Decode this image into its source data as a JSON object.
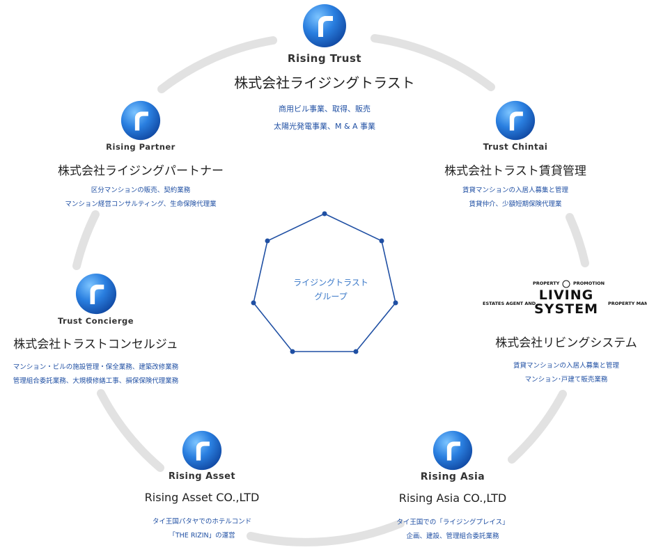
{
  "center": {
    "line1": "ライジングトラスト",
    "line2": "グループ"
  },
  "companies": {
    "trust": {
      "brand": "Rising Trust",
      "name": "株式会社ライジングトラスト",
      "desc1": "商用ビル事業、取得、販売",
      "desc2": "太陽光発電事業、M & A 事業"
    },
    "partner": {
      "brand": "Rising Partner",
      "name": "株式会社ライジングパートナー",
      "desc1": "区分マンションの販売、契約業務",
      "desc2": "マンション経営コンサルティング、生命保険代理業"
    },
    "chintai": {
      "brand": "Trust Chintai",
      "name": "株式会社トラスト賃貸管理",
      "desc1": "賃貸マンションの入居人募集と管理",
      "desc2": "賃貸仲介、少額短期保険代理業"
    },
    "concierge": {
      "brand": "Trust Concierge",
      "name": "株式会社トラストコンセルジュ",
      "desc1": "マンション・ビルの施設管理・保全業務、建築改修業務",
      "desc2": "管理組合委託業務、大規模修繕工事、損保保険代理業務"
    },
    "living": {
      "logo": {
        "top": "PROPERTY",
        "top2": "PROMOTION",
        "left": "ESTATES AGENT AND",
        "right": "PROPERTY MANEGER",
        "word1": "LIVING",
        "word2": "SYSTEM"
      },
      "name": "株式会社リビングシステム",
      "desc1": "賃貸マンションの入居人募集と管理",
      "desc2": "マンション･戸建て販売業務"
    },
    "asset": {
      "brand": "Rising Asset",
      "name": "Rising Asset CO.,LTD",
      "desc1": "タイ王国パタヤでのホテルコンド",
      "desc2": "「THE RIZIN」の運営"
    },
    "asia": {
      "brand": "Rising Asia",
      "name": "Rising Asia CO.,LTD",
      "desc1": "タイ王国での「ライジングプレイス」",
      "desc2": "企画、建設、管理組合委託業務"
    }
  },
  "colors": {
    "ring": "#e2e2e2",
    "heptagon": "#1f4fa3",
    "logo_top": "#4aa3ef",
    "logo_bottom": "#0b3f9c",
    "desc_text": "#1f4fa3",
    "center_text": "#3a78c8"
  }
}
